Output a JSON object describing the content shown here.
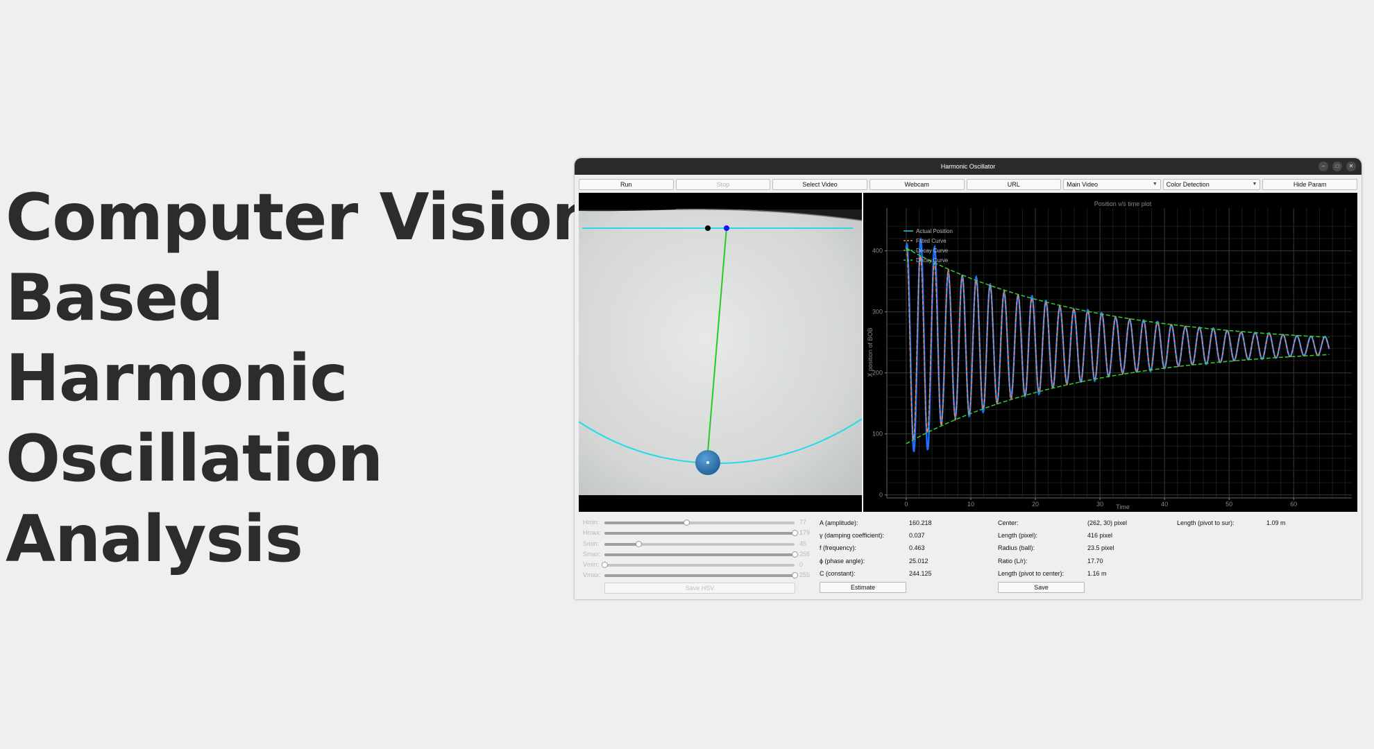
{
  "headline": [
    "Computer Vision",
    "Based",
    "Harmonic",
    "Oscillation",
    "Analysis"
  ],
  "window": {
    "title": "Harmonic Oscillator",
    "controls": [
      "–",
      "□",
      "✕"
    ]
  },
  "toolbar": {
    "run": "Run",
    "stop": "Stop",
    "select_video": "Select Video",
    "webcam": "Webcam",
    "url": "URL",
    "video_select": "Main Video",
    "mode_select": "Color Detection",
    "hide_param": "Hide Param"
  },
  "hsv": {
    "sliders": [
      {
        "label": "Hmin:",
        "value": 77,
        "fraction": 0.43
      },
      {
        "label": "Hmax:",
        "value": 179,
        "fraction": 1.0
      },
      {
        "label": "Smin:",
        "value": 45,
        "fraction": 0.18
      },
      {
        "label": "Smax:",
        "value": 255,
        "fraction": 1.0
      },
      {
        "label": "Vmin:",
        "value": 0,
        "fraction": 0.0
      },
      {
        "label": "Vmax:",
        "value": 255,
        "fraction": 1.0
      }
    ],
    "save_label": "Save HSV"
  },
  "fit_params": {
    "rows": [
      {
        "label": "A (amplitude):",
        "value": "160.218"
      },
      {
        "label": "γ (damping coefficient):",
        "value": "0.037"
      },
      {
        "label": "f (frequency):",
        "value": "0.463"
      },
      {
        "label": "ϕ (phase angle):",
        "value": "25.012"
      },
      {
        "label": "C (constant):",
        "value": "244.125"
      }
    ],
    "estimate_label": "Estimate"
  },
  "geometry_params": {
    "rows": [
      {
        "label": "Center:",
        "value": "(262, 30) pixel"
      },
      {
        "label": "Length (pixel):",
        "value": "416 pixel"
      },
      {
        "label": "Radius (ball):",
        "value": "23.5 pixel"
      },
      {
        "label": "Ratio (L/r):",
        "value": "17.70"
      },
      {
        "label": "Length (pivot to center):",
        "value": "1.16 m"
      }
    ],
    "save_label": "Save"
  },
  "surface_params": {
    "rows": [
      {
        "label": "Length (pivot to sur):",
        "value": "1.09 m"
      }
    ]
  },
  "chart_data": {
    "type": "line",
    "title": "Position v/s time plot",
    "xlabel": "Time",
    "ylabel": "X position of BOB",
    "xlim": [
      -3,
      69
    ],
    "ylim": [
      -5,
      470
    ],
    "xticks": [
      0,
      10,
      20,
      30,
      40,
      50,
      60
    ],
    "yticks": [
      0,
      100,
      200,
      300,
      400
    ],
    "grid": true,
    "legend_position": "top-left",
    "model": {
      "A": 160.218,
      "gamma": 0.037,
      "f": 0.463,
      "phi": 25.012,
      "C": 244.125,
      "t_start": 0,
      "t_end": 65.5
    },
    "series": [
      {
        "name": "Actual Position",
        "color": "#1e6fff",
        "style": "solid"
      },
      {
        "name": "Fitted Curve",
        "color": "#ff7f50",
        "style": "dashed"
      },
      {
        "name": "Decay Curve",
        "color": "#32cd32",
        "style": "dashed"
      },
      {
        "name": "Decay Curve",
        "color": "#32cd32",
        "style": "dashed"
      }
    ]
  }
}
